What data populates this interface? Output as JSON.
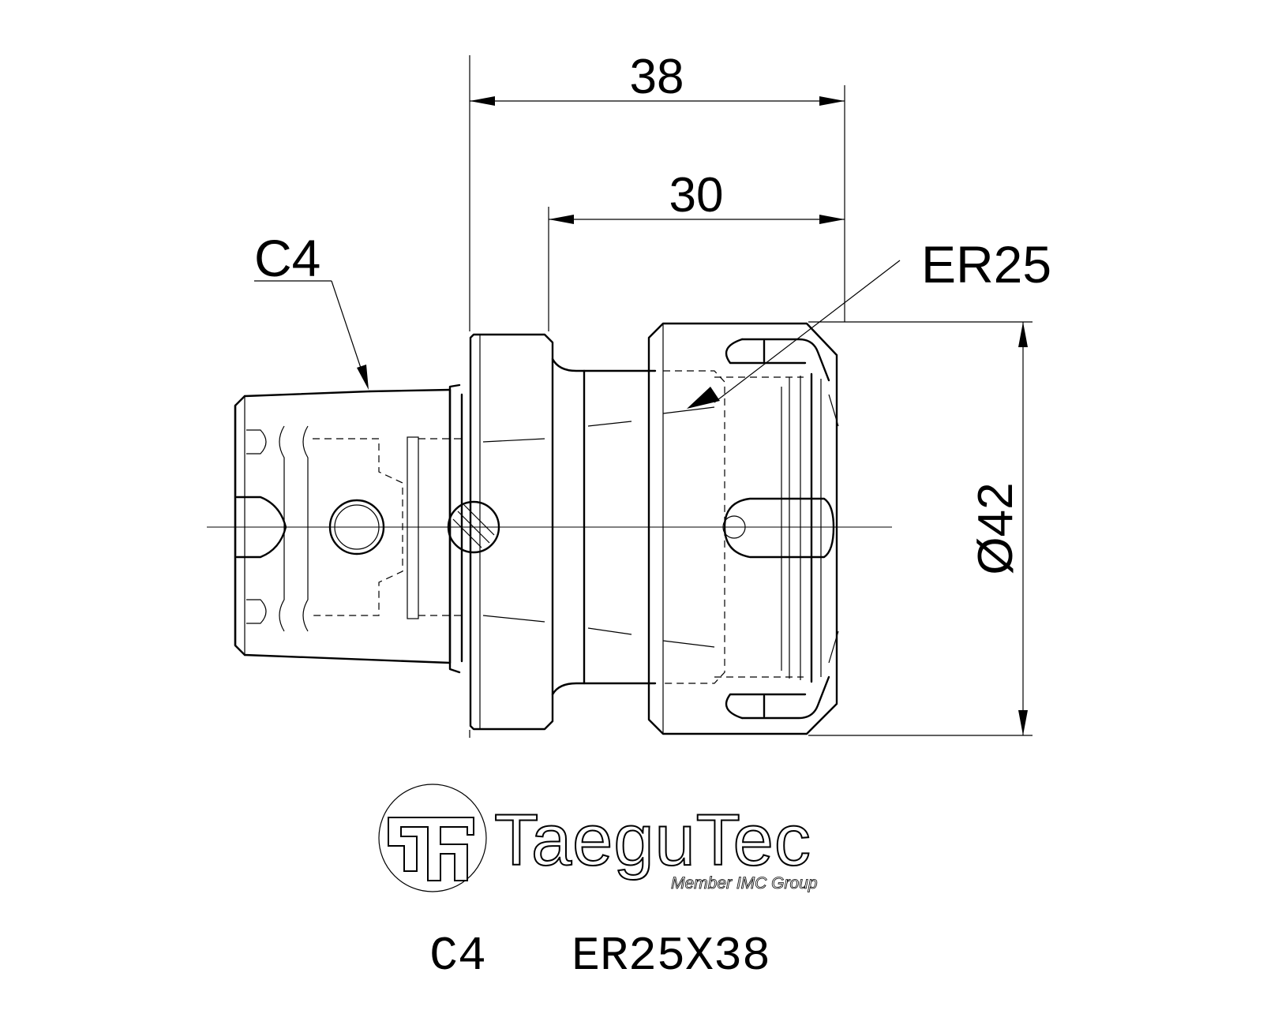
{
  "dimensions": {
    "overall_length": "38",
    "collet_length": "30",
    "diameter": "Ø42"
  },
  "labels": {
    "shank": "C4",
    "collet": "ER25"
  },
  "logo": {
    "brand": "TaeguTec",
    "tagline": "Member IMC Group"
  },
  "caption": "C4   ER25X38"
}
